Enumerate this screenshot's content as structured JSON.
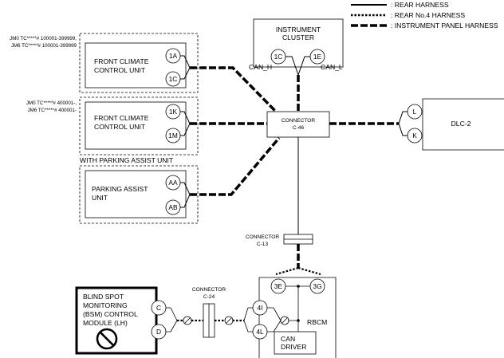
{
  "legend": {
    "rear_harness": ": REAR HARNESS",
    "rear_no4_harness": ": REAR No.4 HARNESS",
    "instrument_panel_harness": ": INSTRUMENT PANEL HARNESS"
  },
  "instrument_cluster": {
    "label_line1": "INSTRUMENT",
    "label_line2": "CLUSTER",
    "pin_1c": "1C",
    "pin_1e": "1E",
    "can_h": "CAN_H",
    "can_l": "CAN_L"
  },
  "front_climate_a": {
    "vin_line1": "JM0 TC*****# 100001-399999,",
    "vin_line2": "JM6 TC*****# 100001-399999",
    "label_line1": "FRONT CLIMATE",
    "label_line2": "CONTROL UNIT",
    "pin_top": "1A",
    "pin_bottom": "1C"
  },
  "front_climate_b": {
    "vin_line1": "JM0 TC*****# 400001-,",
    "vin_line2": "JM6 TC*****# 400001-",
    "label_line1": "FRONT CLIMATE",
    "label_line2": "CONTROL UNIT",
    "pin_top": "1K",
    "pin_bottom": "1M"
  },
  "parking_assist": {
    "group_label": "WITH PARKING ASSIST UNIT",
    "label_line1": "PARKING ASSIST",
    "label_line2": "UNIT",
    "pin_top": "AA",
    "pin_bottom": "AB"
  },
  "connector_c46": {
    "label_line1": "CONNECTOR",
    "label_line2": "C-46"
  },
  "dlc2": {
    "label": "DLC-2",
    "pin_top": "L",
    "pin_bottom": "K"
  },
  "connector_c13": {
    "label_line1": "CONNECTOR",
    "label_line2": "C-13"
  },
  "connector_c24": {
    "label_line1": "CONNECTOR",
    "label_line2": "C-24"
  },
  "bsm": {
    "label_line1": "BLIND SPOT",
    "label_line2": "MONITORING",
    "label_line3": "(BSM) CONTROL",
    "label_line4": "MODULE (LH)",
    "pin_top": "C",
    "pin_bottom": "D"
  },
  "rbcm": {
    "label": "RBCM",
    "pin_3e": "3E",
    "pin_3g": "3G",
    "pin_4i": "4I",
    "pin_4l": "4L",
    "can_driver_line1": "CAN",
    "can_driver_line2": "DRIVER"
  }
}
